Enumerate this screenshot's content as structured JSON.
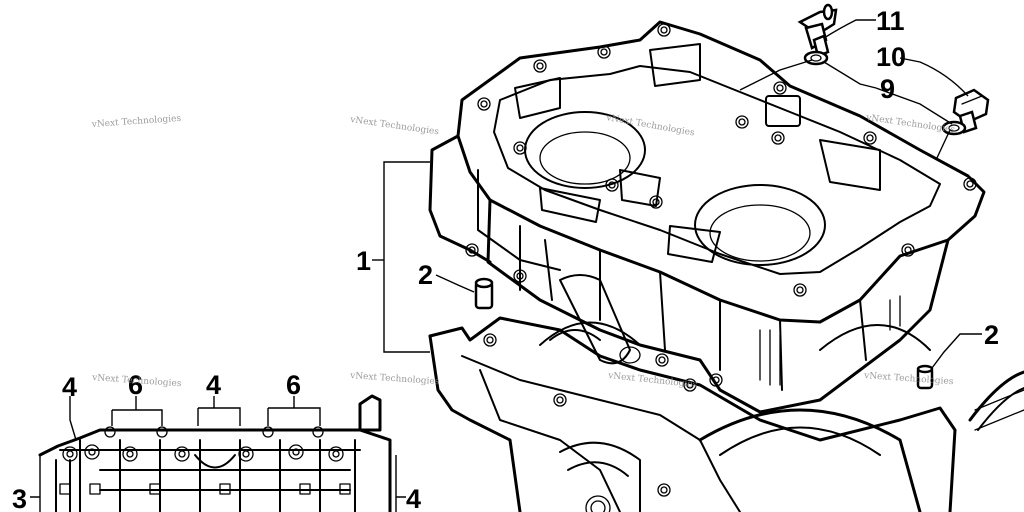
{
  "callouts": {
    "c11": "11",
    "c10": "10",
    "c9": "9",
    "c1": "1",
    "c2a": "2",
    "c2b": "2",
    "c4a": "4",
    "c6a": "6",
    "c4b": "4",
    "c6b": "6",
    "c3": "3",
    "c4c": "4"
  },
  "watermarks": {
    "w1": "vNext Technologies",
    "w2": "vNext Technologies",
    "w3": "vNext Technologies",
    "w4": "vNext Technologies",
    "w5": "vNext Technologies",
    "w6": "vNext Technologies",
    "w7": "vNext Technologies",
    "w8": "vNext Technologies"
  }
}
